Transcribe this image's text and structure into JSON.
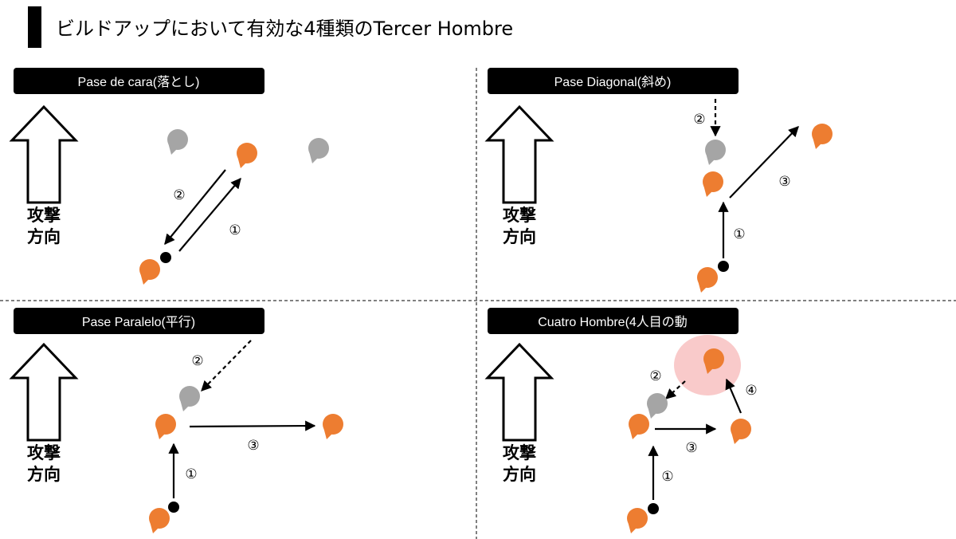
{
  "title": "ビルドアップにおいて有効な4種類のTercer Hombre",
  "direction_label": [
    "攻撃",
    "方向"
  ],
  "colors": {
    "attacker": "#ED7D31",
    "defender": "#A5A5A5",
    "ball": "#000000",
    "highlight": "#F9CACA",
    "label_bg": "#000000"
  },
  "panels": [
    {
      "label": "Pase de cara(落とし)",
      "steps": [
        "②",
        "①"
      ]
    },
    {
      "label": "Pase Diagonal(斜め)",
      "steps": [
        "②",
        "③",
        "①"
      ]
    },
    {
      "label": "Pase Paralelo(平行)",
      "steps": [
        "②",
        "③",
        "①"
      ]
    },
    {
      "label": "Cuatro Hombre(4人目の動",
      "steps": [
        "②",
        "④",
        "③",
        "①"
      ]
    }
  ]
}
